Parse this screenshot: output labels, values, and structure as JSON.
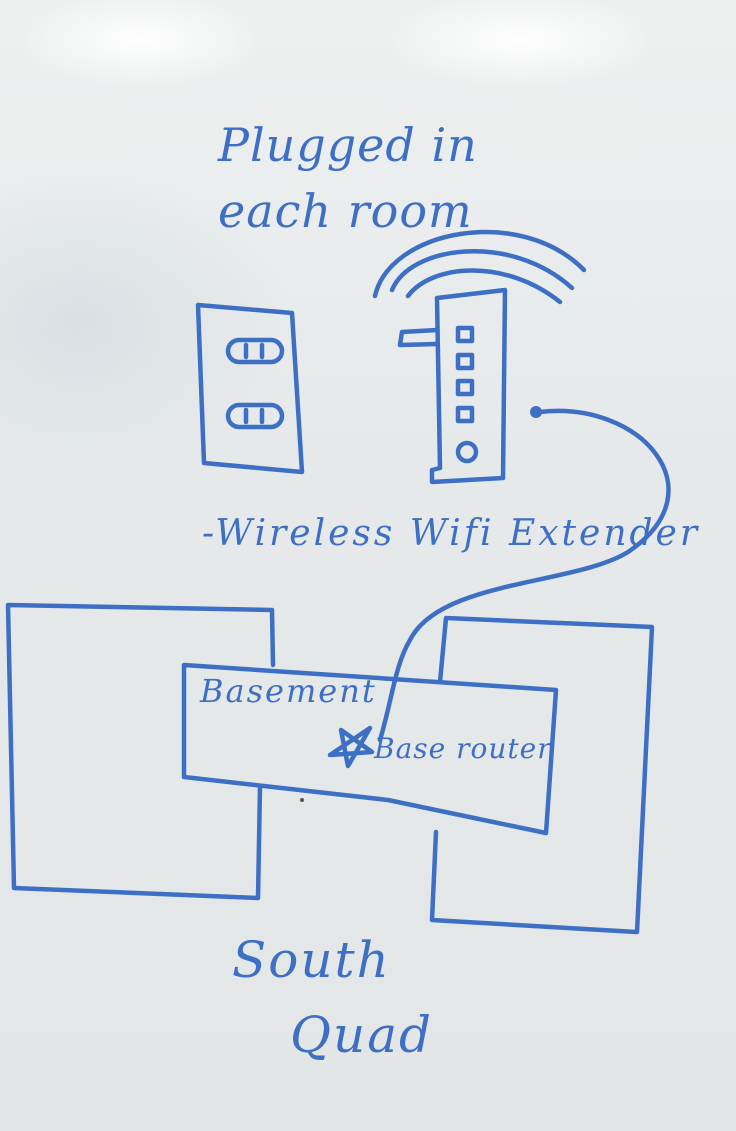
{
  "whiteboard": {
    "title_line_1": "Plugged in",
    "title_line_2": "each room",
    "extender_label": "-Wireless Wifi Extender",
    "basement_label": "Basement",
    "router_label": "Base router",
    "location_line_1": "South",
    "location_line_2": "Quad",
    "ink_color": "#3d6fc4",
    "icons": [
      "wall-outlet-icon",
      "wifi-extender-icon",
      "wifi-signal-icon",
      "star-icon"
    ]
  }
}
